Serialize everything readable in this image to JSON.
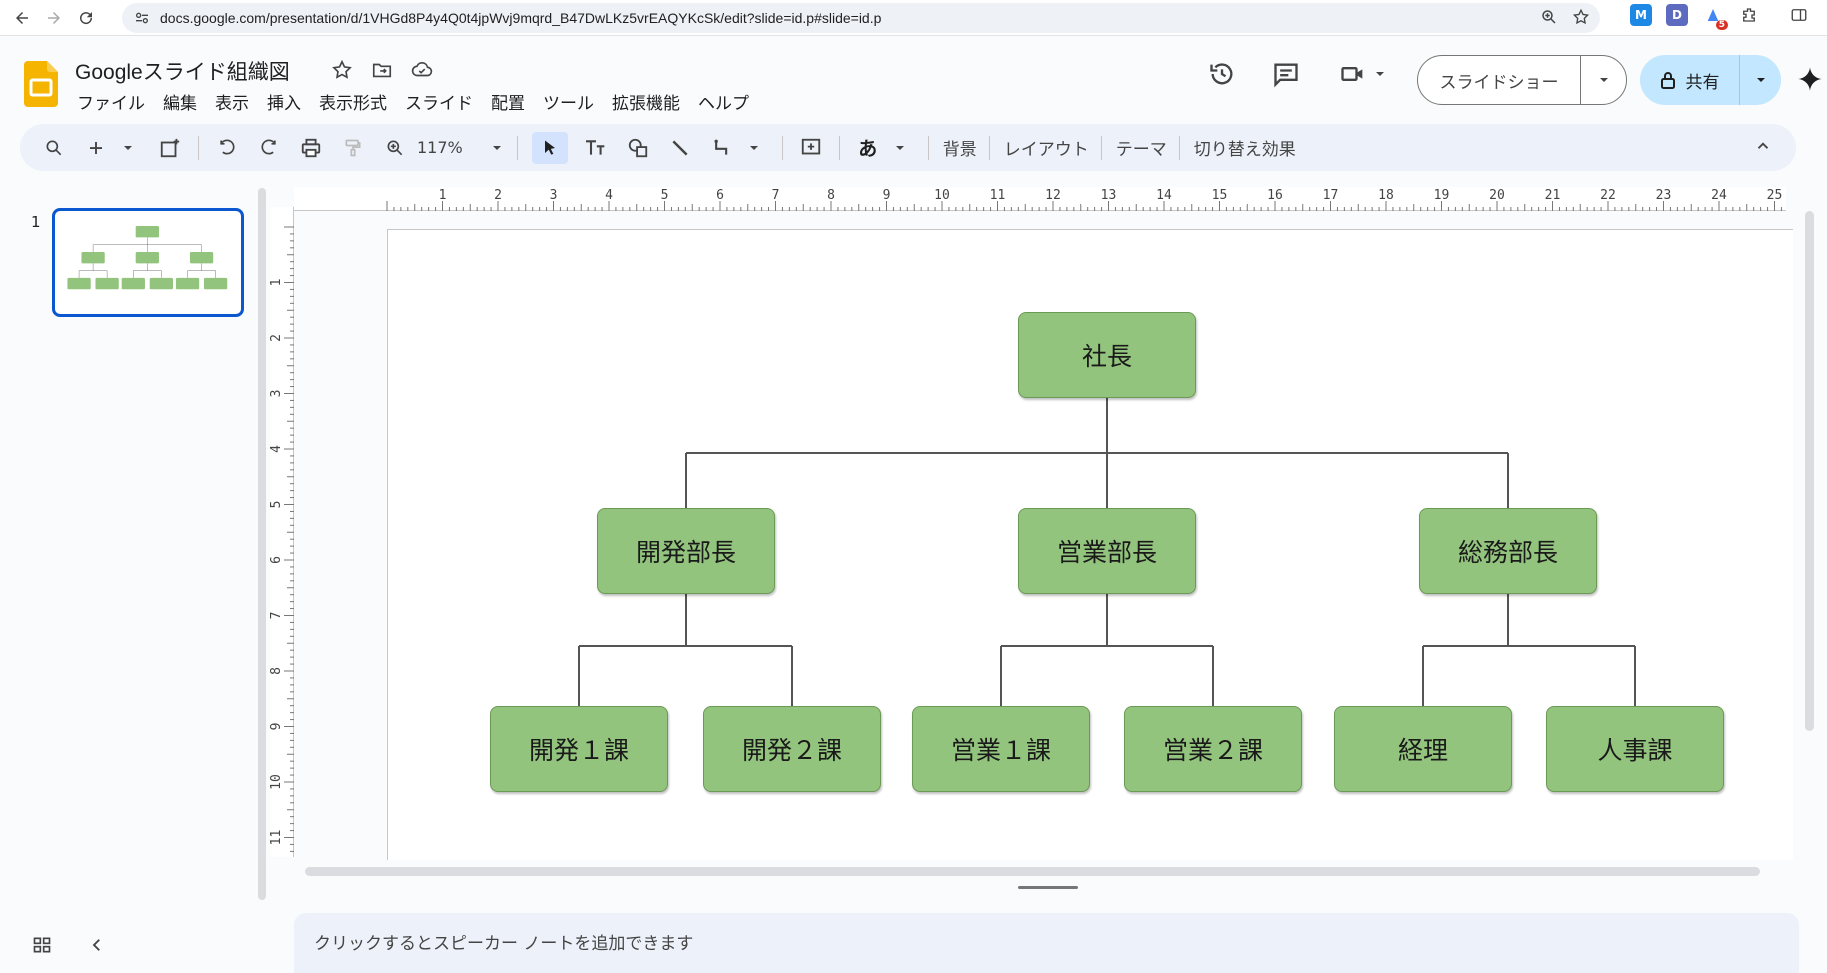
{
  "browser": {
    "url": "docs.google.com/presentation/d/1VHGd8P4y4Q0t4jpWvj9mqrd_B47DwLKz5vrEAQYKcSk/edit?slide=id.p#slide=id.p",
    "extension_badge": "5"
  },
  "app": {
    "title": "Googleスライド組織図",
    "menu": [
      "ファイル",
      "編集",
      "表示",
      "挿入",
      "表示形式",
      "スライド",
      "配置",
      "ツール",
      "拡張機能",
      "ヘルプ"
    ],
    "slideshow_label": "スライドショー",
    "share_label": "共有"
  },
  "toolbar": {
    "zoom": "117%",
    "text_buttons": [
      "背景",
      "レイアウト",
      "テーマ",
      "切り替え効果"
    ],
    "input_tool_label": "あ"
  },
  "filmstrip": {
    "slide_number": "1"
  },
  "rulers": {
    "top": [
      "1",
      "2",
      "3",
      "4",
      "5",
      "6",
      "7",
      "8",
      "9",
      "10",
      "11",
      "12",
      "13",
      "14",
      "15",
      "16",
      "17",
      "18",
      "19",
      "20",
      "21",
      "22",
      "23",
      "24",
      "25"
    ],
    "left": [
      "1",
      "2",
      "3",
      "4",
      "5",
      "6",
      "7",
      "8",
      "9",
      "10",
      "11"
    ]
  },
  "org_chart": {
    "root": "社長",
    "level2": [
      "開発部長",
      "営業部長",
      "総務部長"
    ],
    "level3": [
      "開発１課",
      "開発２課",
      "営業１課",
      "営業２課",
      "経理",
      "人事課"
    ]
  },
  "notes": {
    "placeholder": "クリックするとスピーカー ノートを追加できます"
  },
  "colors": {
    "box_fill": "#93c47d",
    "box_border": "#6a9a55",
    "accent": "#0b57d0",
    "share_bg": "#c2e7ff",
    "toolbar_bg": "#edf2fa"
  }
}
